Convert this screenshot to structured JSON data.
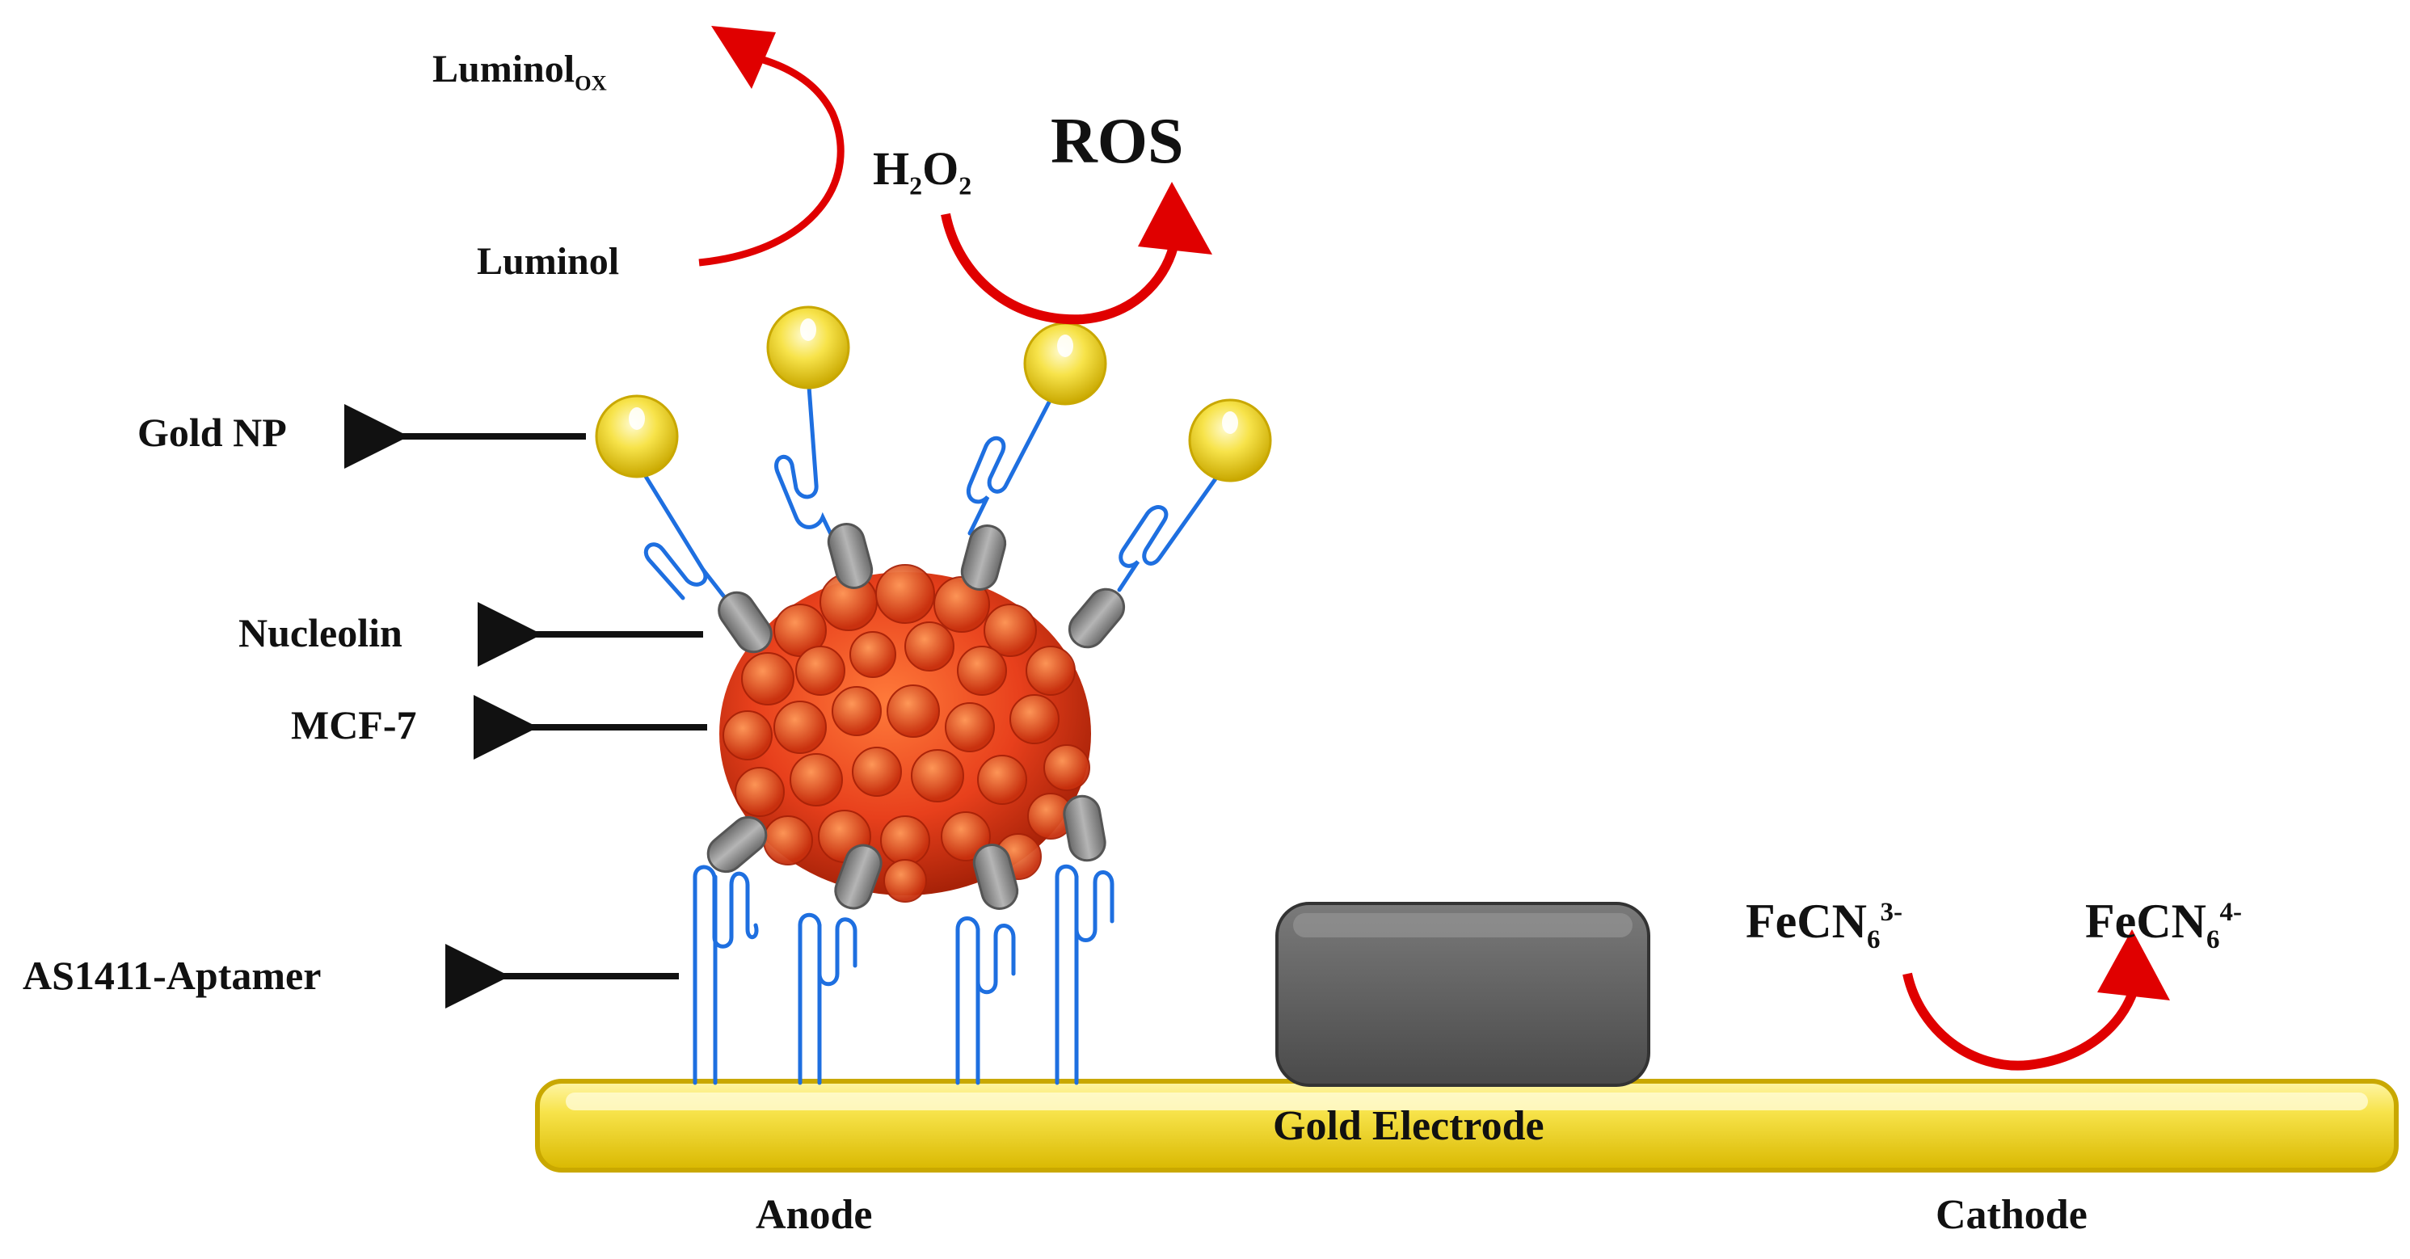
{
  "labels": {
    "luminol_ox_base": "Luminol",
    "luminol_ox_sub": "OX",
    "luminol": "Luminol",
    "h2o2_h": "H",
    "h2o2_sub1": "2",
    "h2o2_o": "O",
    "h2o2_sub2": "2",
    "ros": "ROS",
    "gold_np": "Gold NP",
    "nucleolin": "Nucleolin",
    "mcf7": "MCF-7",
    "aptamer": "AS1411-Aptamer",
    "fecn_left_base": "FeCN",
    "fecn_left_sub": "6",
    "fecn_left_sup": "3-",
    "fecn_right_base": "FeCN",
    "fecn_right_sub": "6",
    "fecn_right_sup": "4-",
    "electrode": "Gold Electrode",
    "anode": "Anode",
    "cathode": "Cathode"
  },
  "colors": {
    "gold": "#f7e34a",
    "gold_dark": "#c9a800",
    "cell": "#e8401c",
    "cell_dark": "#a82208",
    "nucleolin": "#8a8a8a",
    "aptamer": "#1e6fe0",
    "reaction_arrow": "#e00000",
    "pointer_arrow": "#111111",
    "block": "#5d5d5d"
  }
}
